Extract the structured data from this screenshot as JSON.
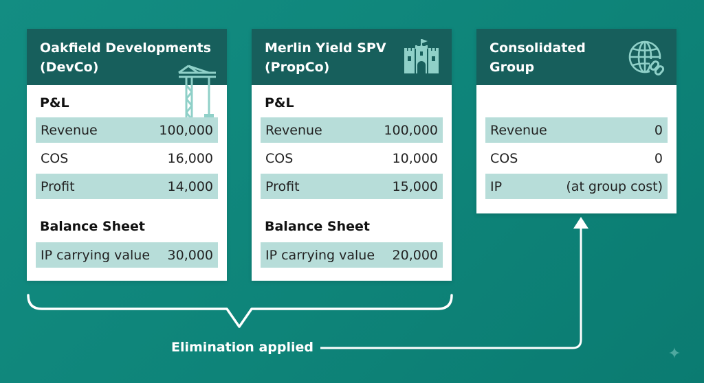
{
  "cards": [
    {
      "title_line1": "Oakfield Developments",
      "title_line2": "(DevCo)",
      "icon": "crane-icon",
      "pl_label": "P&L",
      "rows": [
        {
          "label": "Revenue",
          "value": "100,000"
        },
        {
          "label": "COS",
          "value": "16,000"
        },
        {
          "label": "Profit",
          "value": "14,000"
        }
      ],
      "bs_label": "Balance Sheet",
      "bs_row": {
        "label": "IP carrying value",
        "value": "30,000"
      }
    },
    {
      "title_line1": "Merlin Yield SPV",
      "title_line2": "(PropCo)",
      "icon": "castle-icon",
      "pl_label": "P&L",
      "rows": [
        {
          "label": "Revenue",
          "value": "100,000"
        },
        {
          "label": "COS",
          "value": "10,000"
        },
        {
          "label": "Profit",
          "value": "15,000"
        }
      ],
      "bs_label": "Balance Sheet",
      "bs_row": {
        "label": "IP carrying value",
        "value": "20,000"
      }
    },
    {
      "title_line1": "Consolidated",
      "title_line2": "Group",
      "icon": "globe-link-icon",
      "rows": [
        {
          "label": "Revenue",
          "value": "0"
        },
        {
          "label": "COS",
          "value": "0"
        },
        {
          "label": "IP",
          "value": "(at group cost)"
        }
      ]
    }
  ],
  "footer_label": "Elimination applied",
  "colors": {
    "background": "#0e8479",
    "header": "#175f5c",
    "row_shade": "#b7ddd9"
  }
}
